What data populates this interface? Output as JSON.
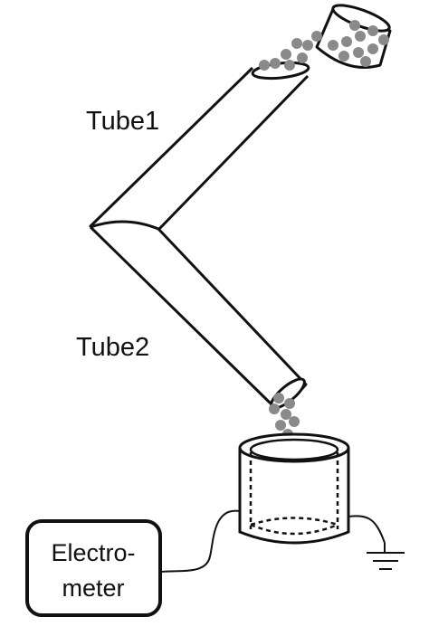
{
  "labels": {
    "tube1": "Tube1",
    "tube2": "Tube2"
  },
  "electrometer": {
    "line1": "Electro-",
    "line2": "meter"
  },
  "colors": {
    "stroke": "#111111",
    "particle": "#8a8a8a",
    "background": "#ffffff"
  }
}
